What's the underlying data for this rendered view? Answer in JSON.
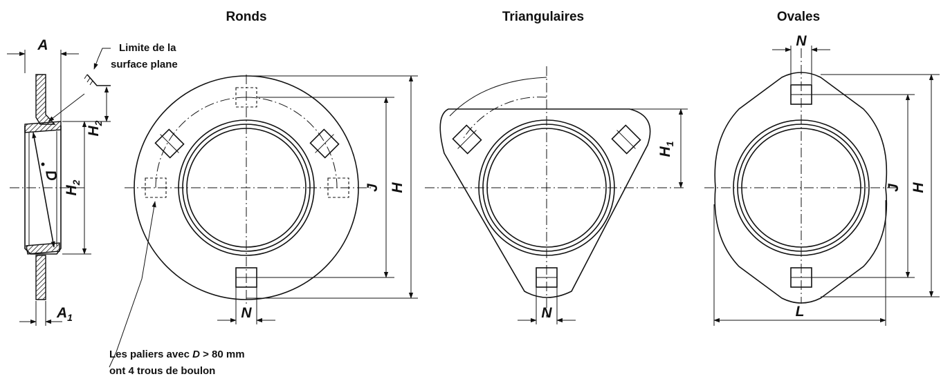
{
  "titles": {
    "round": "Ronds",
    "triangular": "Triangulaires",
    "oval": "Ovales"
  },
  "notes": {
    "flat_limit_line1": "Limite de la",
    "flat_limit_line2": "surface plane",
    "bolt_note_line1_pre": "Les paliers avec ",
    "bolt_note_var": "D",
    "bolt_note_line1_post": " > 80 mm",
    "bolt_note_line2": "ont 4 trous de boulon"
  },
  "dimensions": {
    "A": "A",
    "A1": "A",
    "A1_sub": "1",
    "H2_top": "H",
    "H2_top_sub": "2",
    "H2_mid": "H",
    "H2_mid_sub": "2",
    "D": "D",
    "J_round": "J",
    "H_round": "H",
    "N_round": "N",
    "H1_tri": "H",
    "H1_tri_sub": "1",
    "N_tri": "N",
    "N_oval": "N",
    "J_oval": "J",
    "H_oval": "H",
    "L_oval": "L"
  }
}
